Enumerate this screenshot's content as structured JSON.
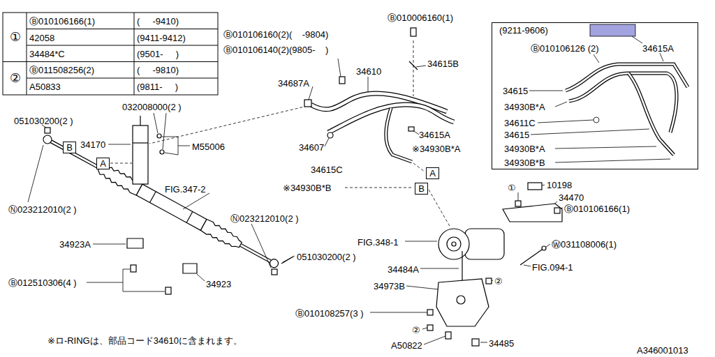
{
  "diagram": {
    "nodes": [
      {
        "text": [
          "B"
        ]
      },
      {
        "text": [
          "A"
        ]
      },
      {
        "text": [
          "A"
        ]
      },
      {
        "text": [
          "B"
        ]
      },
      {
        "text": [
          "(9211-9606)"
        ]
      }
    ],
    "labels": [
      "①",
      "Ⓑ010106166(1)",
      "(     -9410)",
      "42058",
      "(9411-9412)",
      "34484*C",
      "(9501-     )",
      "②",
      "Ⓑ011508256(2)",
      "(     -9810)",
      "A50833",
      "(9811-     )",
      "051030200(2 )",
      "032008000(2 )",
      "34170",
      "M55006",
      "Ⓝ023212010(2 )",
      "FIG.347-2",
      "34923A",
      "Ⓑ012510306(4 )",
      "34923",
      "Ⓝ023212010(2 )",
      "051030200(2 )",
      "Ⓑ010106160(2)(    -9804)",
      "Ⓑ010106140(2)(9805-    )",
      "Ⓑ010006160(1)",
      "34615B",
      "34687A",
      "34610",
      "34607",
      "34615A",
      "※34930B*A",
      "34615C",
      "※34930B*B",
      "Ⓑ010106126 (2)",
      "34615A",
      "34615",
      "34930B*A",
      "34611C",
      "34615",
      "34930B*A",
      "34930B*B",
      "①",
      "10198",
      "34470",
      "Ⓑ010106166(1)",
      "Ⓦ031108006(1)",
      "FIG.094-1",
      "FIG.348-1",
      "34484A",
      "34973B",
      "②",
      "Ⓑ010108257(3 )",
      "②",
      "A50822",
      "34485",
      "※ロ-RINGは、部品コード34610に含まれます。",
      "A346001013"
    ]
  }
}
